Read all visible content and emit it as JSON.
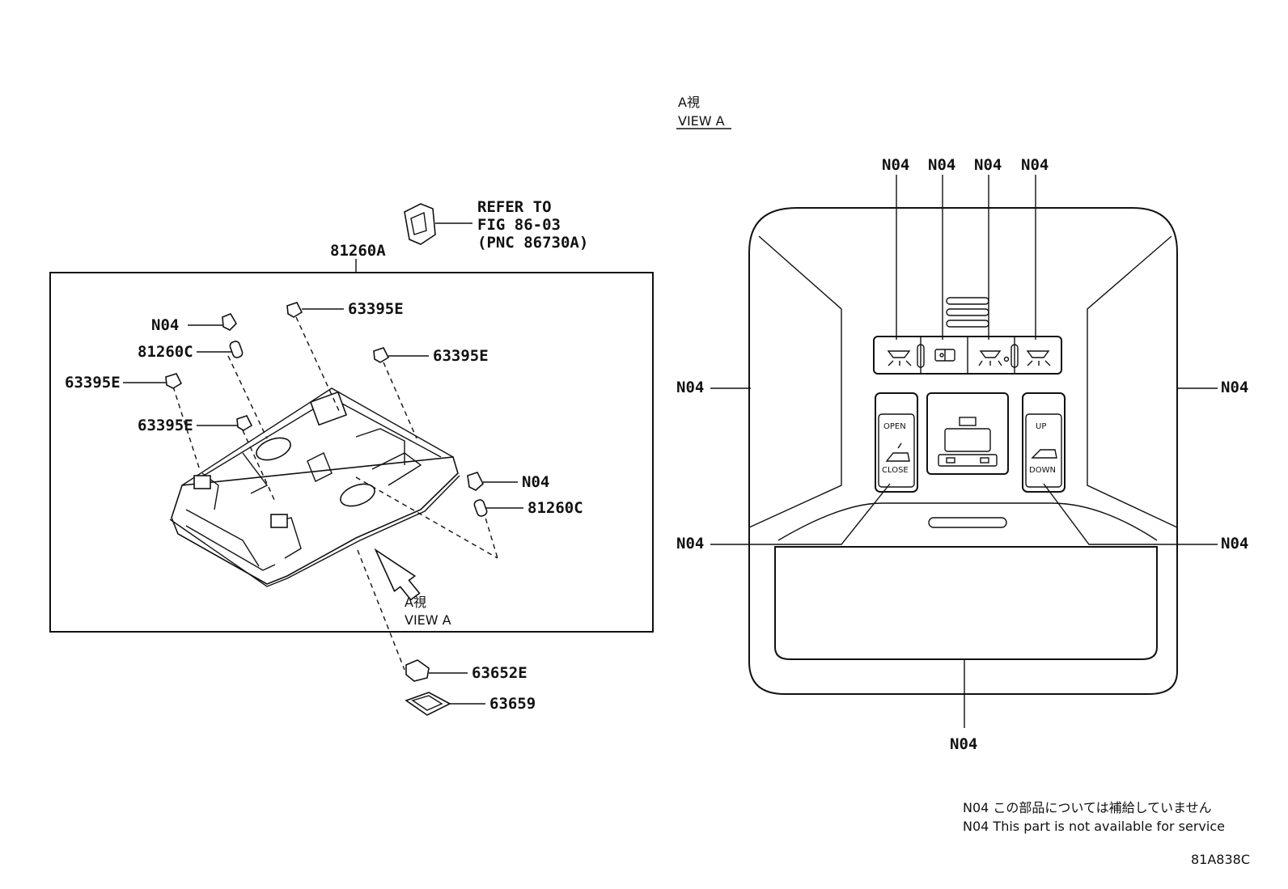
{
  "view_heading": {
    "jp": "A視",
    "en": "VIEW A"
  },
  "refer": {
    "line1": "REFER TO",
    "line2": "FIG 86-03",
    "line3": "(PNC 86730A)"
  },
  "assembly_label": "81260A",
  "parts": {
    "n04_upper": "N04",
    "bulb_upper": "81260C",
    "clip_left": "63395E",
    "clip_mid_left": "63395E",
    "clip_top": "63395E",
    "clip_right": "63395E",
    "n04_right": "N04",
    "bulb_right": "81260C",
    "clip_lower": "63652E",
    "plate": "63659"
  },
  "view_arrow_label": {
    "jp": "A視",
    "en": "VIEW A"
  },
  "view_a": {
    "top_labels": [
      "N04",
      "N04",
      "N04",
      "N04"
    ],
    "side_left": "N04",
    "side_right": "N04",
    "bottom_left": "N04",
    "bottom_right": "N04",
    "bottom": "N04",
    "switch_left": {
      "top": "OPEN",
      "bottom": "CLOSE"
    },
    "switch_right": {
      "top": "UP",
      "bottom": "DOWN"
    }
  },
  "notes": {
    "jp": "N04 この部品については補給していません",
    "en": "N04 This part is not available for service"
  },
  "figure_code": "81A838C"
}
